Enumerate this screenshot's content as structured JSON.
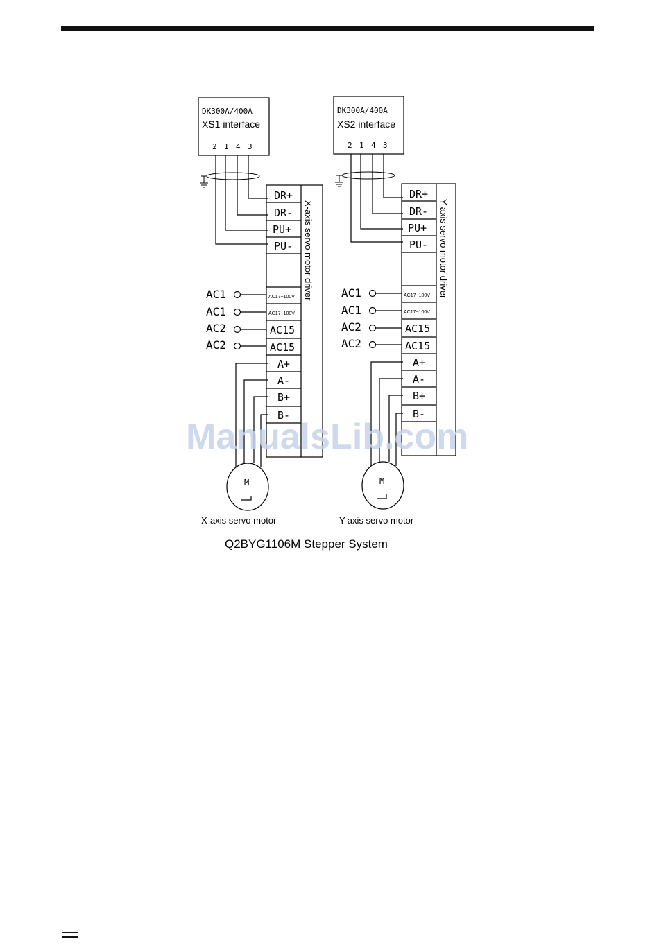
{
  "watermark": "ManualsLib.com",
  "caption": "Q2BYG1106M Stepper System",
  "systems": [
    {
      "model_text": "DK300A/400A",
      "interface_text": "XS1 interface",
      "pins": [
        "2",
        "1",
        "4",
        "3"
      ],
      "driver_label": "X-axis servo motor driver",
      "signal_terminals": [
        "DR+",
        "DR-",
        "PU+",
        "PU-"
      ],
      "power_terminals": [
        "AC17~100V",
        "AC17~100V",
        "AC15",
        "AC15"
      ],
      "ac_inputs": [
        "AC1",
        "AC1",
        "AC2",
        "AC2"
      ],
      "motor_terminals": [
        "A+",
        "A-",
        "B+",
        "B-"
      ],
      "motor_letter": "M",
      "motor_label": "X-axis servo motor"
    },
    {
      "model_text": "DK300A/400A",
      "interface_text": "XS2 interface",
      "pins": [
        "2",
        "1",
        "4",
        "3"
      ],
      "driver_label": "Y-axis servo motor driver",
      "signal_terminals": [
        "DR+",
        "DR-",
        "PU+",
        "PU-"
      ],
      "power_terminals": [
        "AC17~100V",
        "AC17~100V",
        "AC15",
        "AC15"
      ],
      "ac_inputs": [
        "AC1",
        "AC1",
        "AC2",
        "AC2"
      ],
      "motor_terminals": [
        "A+",
        "A-",
        "B+",
        "B-"
      ],
      "motor_letter": "M",
      "motor_label": "Y-axis servo motor"
    }
  ]
}
